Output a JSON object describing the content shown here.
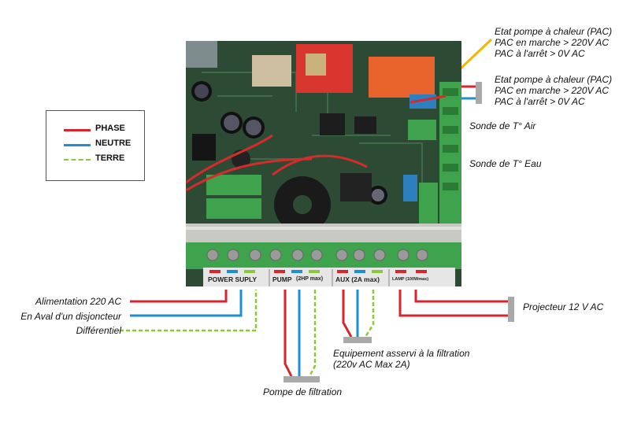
{
  "legend": {
    "items": [
      {
        "label": "PHASE",
        "color": "#d9262c",
        "style": "solid"
      },
      {
        "label": "NEUTRE",
        "color": "#1f8fd3",
        "style": "solid"
      },
      {
        "label": "TERRE",
        "color": "#8dc63f",
        "style": "dashed"
      }
    ]
  },
  "board": {
    "terminal_labels": {
      "power": "POWER SUPLY",
      "pump": "PUMP",
      "pump_note": "(2HP max)",
      "aux": "AUX (2A max)",
      "lamp": "LAMP (100Wmax)"
    }
  },
  "labels": {
    "pac_top": [
      "Etat pompe à chaleur (PAC)",
      "PAC en marche > 220V AC",
      "PAC à l'arrêt > 0V AC"
    ],
    "pac_right": [
      "Etat pompe à chaleur (PAC)",
      "PAC en marche > 220V AC",
      "PAC à l'arrêt > 0V AC"
    ],
    "sonde_air": "Sonde de T° Air",
    "sonde_eau": "Sonde de T° Eau",
    "alimentation": [
      "Alimentation 220 AC",
      "En Aval d'un disjoncteur",
      "Différentiel"
    ],
    "pompe": "Pompe de filtration",
    "equipement": [
      "Equipement asservi à la filtration",
      "(220v AC Max 2A)"
    ],
    "projecteur": "Projecteur 12 V AC"
  },
  "colors": {
    "phase": "#d9262c",
    "neutre": "#1f8fd3",
    "terre": "#8dc63f",
    "arrow": "#f5b800",
    "pcb": "#2c4a33",
    "connector": "#a9a9a9"
  }
}
